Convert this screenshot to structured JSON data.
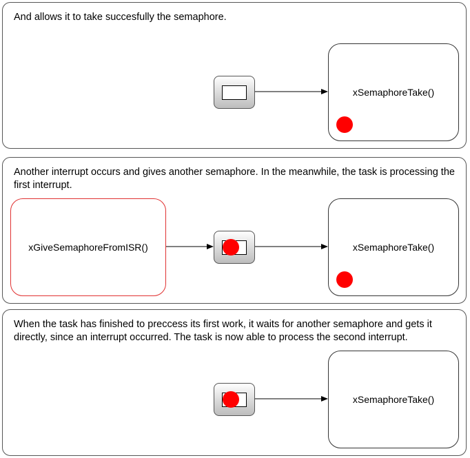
{
  "panels": [
    {
      "caption": "And allows it to take succesfully the semaphore.",
      "task_label": "xSemaphoreTake()",
      "semaphore_has_token": false,
      "task_has_token": true
    },
    {
      "caption": "Another interrupt occurs and gives another semaphore. In the meanwhile, the task is processing the first interrupt.",
      "isr_label": "xGiveSemaphoreFromISR()",
      "task_label": "xSemaphoreTake()",
      "semaphore_has_token": true,
      "task_has_token": true
    },
    {
      "caption": "When the task has finished to preccess its first work, it waits for another semaphore and gets it directly, since an interrupt occurred. The task is now able to process the second interrupt.",
      "task_label": "xSemaphoreTake()",
      "semaphore_has_token": true,
      "task_has_token": false
    }
  ],
  "colors": {
    "token": "#ff0000",
    "isr_border": "#e03030"
  }
}
